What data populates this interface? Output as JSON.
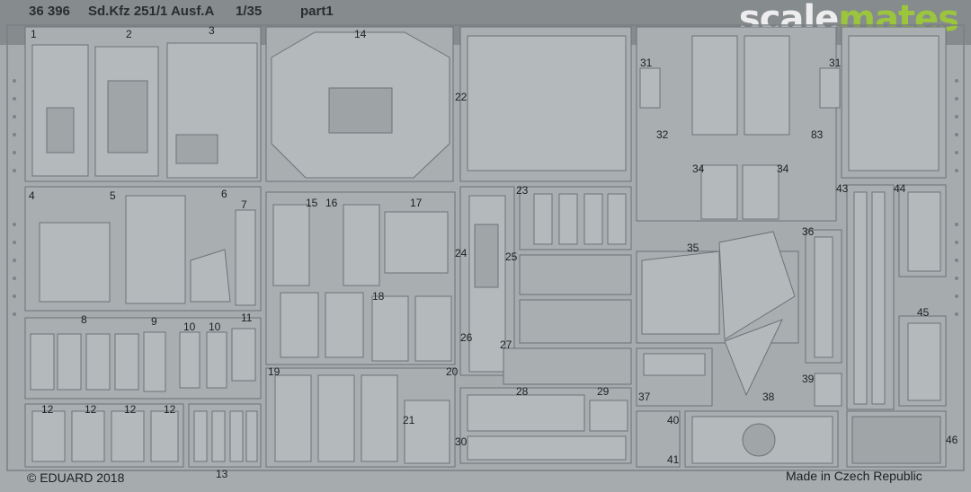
{
  "header": {
    "catalog_number": "36 396",
    "title": "Sd.Kfz 251/1 Ausf.A",
    "scale": "1/35",
    "sheet": "part1"
  },
  "watermark": {
    "part_a": "scale",
    "part_b": "mates",
    "color_a": "#ffffff",
    "color_b": "#9bc53d"
  },
  "footer": {
    "copyright": "© EDUARD 2018",
    "origin": "Made in Czech Republic"
  },
  "colors": {
    "fret": "#a6abae",
    "part_fill": "#b4b9bc",
    "part_stroke": "#6d7276",
    "text": "#1d2022"
  },
  "part_labels": [
    "1",
    "2",
    "3",
    "14",
    "22",
    "31",
    "32",
    "83",
    "31",
    "34",
    "34",
    "4",
    "5",
    "6",
    "7",
    "15",
    "16",
    "17",
    "23",
    "24",
    "25",
    "35",
    "36",
    "43",
    "44",
    "8",
    "9",
    "10",
    "10",
    "11",
    "18",
    "26",
    "27",
    "45",
    "19",
    "20",
    "28",
    "29",
    "37",
    "38",
    "39",
    "12",
    "12",
    "12",
    "12",
    "21",
    "40",
    "41",
    "30",
    "46",
    "13"
  ]
}
